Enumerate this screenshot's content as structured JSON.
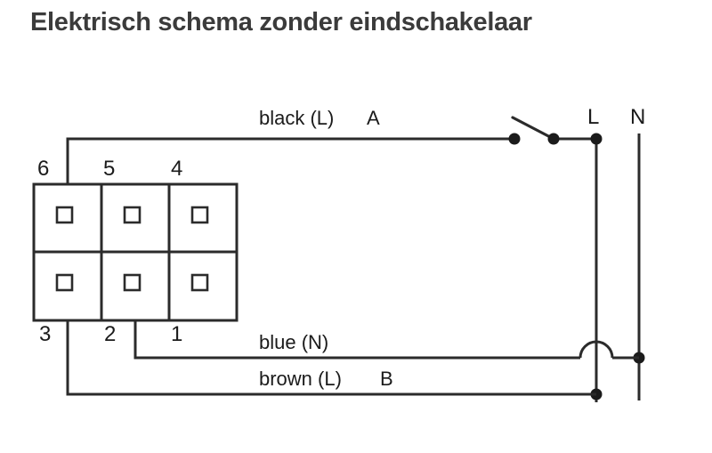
{
  "page": {
    "title": "Elektrisch schema zonder eindschakelaar",
    "background_color": "#ffffff",
    "line_color": "#2b2b2b",
    "title_color": "#3b3b3b"
  },
  "diagram": {
    "type": "electrical-wiring-schematic",
    "terminal_block": {
      "top_labels": [
        "6",
        "5",
        "4"
      ],
      "bottom_labels": [
        "3",
        "2",
        "1"
      ],
      "rows": 2,
      "columns": 3
    },
    "wire_labels": [
      {
        "id": "black",
        "text": "black (L)",
        "marker": "A"
      },
      {
        "id": "blue",
        "text": "blue (N)",
        "marker": ""
      },
      {
        "id": "brown",
        "text": "brown (L)",
        "marker": "B"
      }
    ],
    "wire_label_black": "black (L)",
    "wire_label_black_marker": "A",
    "wire_label_blue": "blue (N)",
    "wire_label_brown": "brown (L)",
    "wire_label_brown_marker": "B",
    "mains": {
      "line_label": "L",
      "neutral_label": "N"
    },
    "switch": {
      "state": "open",
      "name": "switch-symbol"
    },
    "crossing": {
      "name": "wire-hop",
      "description": "blue (N) wire hops over L rail"
    }
  }
}
